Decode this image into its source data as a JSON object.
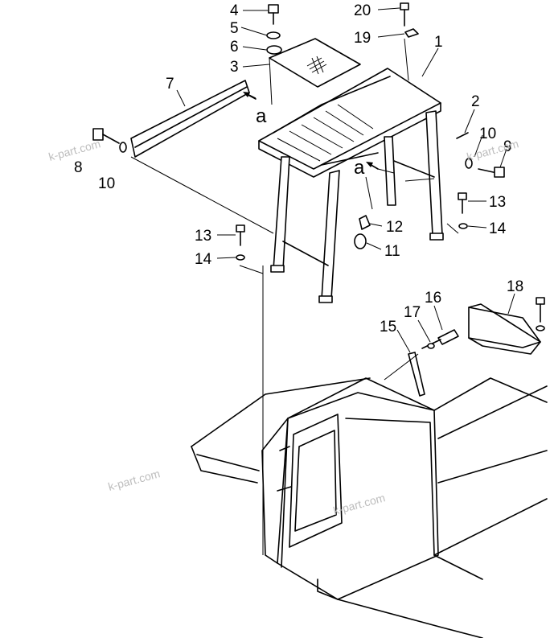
{
  "callouts": {
    "c1": "1",
    "c2": "2",
    "c3": "3",
    "c4": "4",
    "c5": "5",
    "c6": "6",
    "c7": "7",
    "c8": "8",
    "c9": "9",
    "c10a": "10",
    "c10b": "10",
    "c11": "11",
    "c12": "12",
    "c13a": "13",
    "c13b": "13",
    "c14a": "14",
    "c14b": "14",
    "c15": "15",
    "c16": "16",
    "c17": "17",
    "c18": "18",
    "c19": "19",
    "c20": "20"
  },
  "view_refs": {
    "a1": "a",
    "a2": "a"
  },
  "watermark": {
    "text1": "k-part.com",
    "text2": "k-part.com",
    "text3": "k-part.com",
    "text4": "k-part.com"
  },
  "colors": {
    "line": "#000000",
    "background": "#ffffff",
    "watermark": "#bdbdbd"
  }
}
